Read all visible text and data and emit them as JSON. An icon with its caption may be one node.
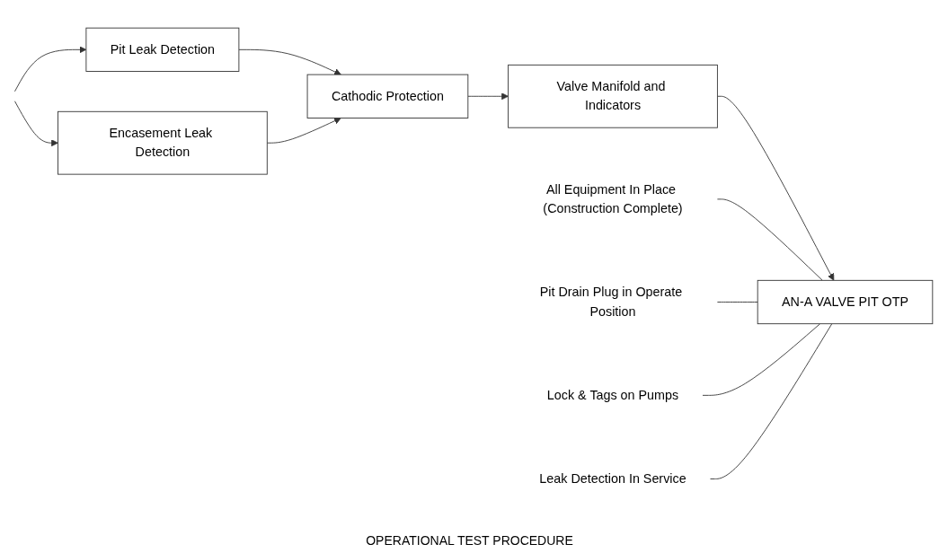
{
  "diagram": {
    "nodes": [
      {
        "text": [
          "Pit Leak Detection"
        ]
      },
      {
        "text": [
          "Encasement Leak Detection"
        ]
      },
      {
        "text": [
          "Cathodic Protection"
        ]
      },
      {
        "text": [
          "Valve Manifold and Indicators"
        ]
      },
      {
        "text": [
          "AN-A VALVE PIT OTP"
        ]
      },
      {
        "text": [
          "All Equipment In Place (Construction Complete)"
        ]
      },
      {
        "text": [
          "Pit Drain Plug in Operate Position"
        ]
      },
      {
        "text": [
          "Lock & Tags on Pumps"
        ]
      },
      {
        "text": [
          "Leak Detection In Service"
        ]
      }
    ],
    "edges": [
      {
        "from": null,
        "to": 0,
        "arrow": "to"
      },
      {
        "from": null,
        "to": 1,
        "arrow": "to"
      },
      {
        "from": 0,
        "to": 2,
        "arrow": "to"
      },
      {
        "from": 1,
        "to": 2,
        "arrow": "to"
      },
      {
        "from": 2,
        "to": 3,
        "arrow": "to"
      },
      {
        "from": 3,
        "to": 4,
        "arrow": "to"
      },
      {
        "from": 5,
        "to": 4,
        "arrow": "none"
      },
      {
        "from": 6,
        "to": 4,
        "arrow": "none"
      },
      {
        "from": 7,
        "to": 4,
        "arrow": "none"
      },
      {
        "from": 8,
        "to": 4,
        "arrow": "none"
      }
    ],
    "labels": [
      "OPERATIONAL TEST PROCEDURE"
    ]
  }
}
